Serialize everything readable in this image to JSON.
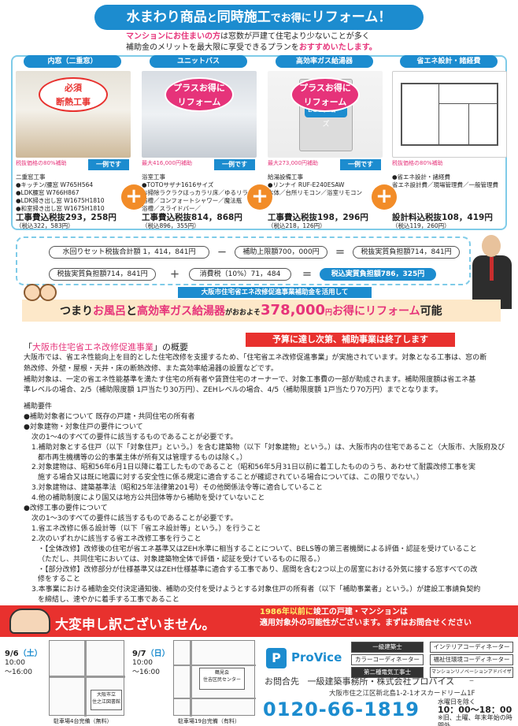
{
  "header": {
    "title_a": "水まわり商品",
    "title_b": "と",
    "title_c": "同時施工",
    "title_d": "でお得に",
    "title_e": "リフォーム！",
    "intro_1a": "マンションにお住まいの方",
    "intro_1b": "は窓数が戸建て住宅より少ないことが多く",
    "intro_2a": "補助金のメリットを最大限に享受できるプランを",
    "intro_2b": "おすすめいたします。"
  },
  "cards": [
    {
      "head": "内窓（二重窓）",
      "burst_1": "必須",
      "burst_2": "断熱工事",
      "sub": "税抜価格の80%補助",
      "example": "一例です",
      "lines": [
        "二重窓工事",
        "●キッチン/腰窓  W765H564",
        "●LDK腰窓  W766H867",
        "●LDK掃き出し窓  W1675H1810",
        "●和室掃き出し窓  W1675H1810"
      ],
      "price": "工事費込税抜293，258円",
      "price_sub": "（税込322，583円）"
    },
    {
      "head": "ユニットバス",
      "burst_1": "プラスお得に",
      "burst_2": "リフォーム",
      "sub": "最大416,000円補助",
      "example": "一例です",
      "lines": [
        "浴室工事",
        "●TOTOサザナ1616サイズ",
        "お掃除ラクラクほっカラリ床／ゆるリラ",
        "浴槽／コンフォートシャワー／魔法瓶",
        "浴槽／スライドバー／"
      ],
      "price": "工事費込税抜814，868円",
      "price_sub": "（税込896，355円）"
    },
    {
      "head": "高効率ガス給湯器",
      "burst_1": "プラスお得に",
      "burst_2": "リフォーム",
      "logo": "ECOジョーズ",
      "sub": "最大273,000円補助",
      "example": "一例です",
      "lines": [
        "給湯設備工事",
        "●リンナイ  RUF-E240ESAW",
        "本体／台所リモコン／浴室リモコン"
      ],
      "price": "工事費込税抜198，296円",
      "price_sub": "（税込218，126円）"
    },
    {
      "head": "省エネ設計・諸経費",
      "sub": "税抜価格の80%補助",
      "lines": [
        "●省エネ設計・諸経費",
        "省エネ設計費／現場管理費／一般管理費"
      ],
      "price": "設計料込税抜108，419円",
      "price_sub": "（税込119，260円）"
    }
  ],
  "calc": {
    "row1_total": "水回りセット税抜合計額  1，414，841円",
    "row1_minus": "－",
    "row1_subsidy": "補助上限額700，000円",
    "row1_eq": "＝",
    "row1_result": "税抜実質負担額714，841円",
    "row2_a": "税抜実質負担額714，841円",
    "row2_plus": "＋",
    "row2_tax": "消費税（10%）71，484",
    "row2_eq": "＝",
    "row2_result": "税込実質負担額786，325円"
  },
  "banner": {
    "sub": "大阪市住宅省エネ改修促進事業補助金を活用して",
    "a": "つまり",
    "b": "お風呂",
    "c": "と",
    "d": "高効率ガス給湯器",
    "e": "がおおよそ",
    "f": "378,000",
    "g": "円",
    "h": "お得にリフォーム",
    "i": "可能"
  },
  "section": {
    "title_a": "「",
    "title_b": "大阪市住宅省エネ改修促進事業",
    "title_c": "」の概要",
    "notice": "予算に達し次第、補助事業は終了します",
    "body": [
      "大阪市では、省エネ性能向上を目的とした住宅改修を支援するため、「住宅省エネ改修促進事業」が実施されています。対象となる工事は、窓の断",
      "熱改修、外壁・屋根・天井・床の断熱改修、また高効率給湯器の設置などです。",
      "補助対象は、一定の省エネ性能基準を満たす住宅の所有者や賃貸住宅のオーナーで、対象工事費の一部が助成されます。補助限度額は省エネ基",
      "準レベルの場合、2/5（補助限度額  1戸当たり30万円）、ZEHレベルの場合、4/5（補助限度額  1戸当たり70万円）までとなります。"
    ]
  },
  "requirements": [
    {
      "lvl": 1,
      "t": "補助要件"
    },
    {
      "lvl": 1,
      "t": "●補助対象者について  既存の戸建・共同住宅の所有者"
    },
    {
      "lvl": 1,
      "t": "●対象建物・対象住戸の要件について"
    },
    {
      "lvl": 2,
      "t": "次の1～4のすべての要件に該当するものであることが必要です。"
    },
    {
      "lvl": 2,
      "t": "1.補助対象とする住戸（以下「対象住戸」という。）を含む建築物（以下「対象建物」という。）は、大阪市内の住宅であること（大阪市、大阪府及び"
    },
    {
      "lvl": 3,
      "t": "都市再生機構等の公的事業主体が所有又は管理するものは除く。）"
    },
    {
      "lvl": 2,
      "t": "2.対象建物は、昭和56年6月1日以降に着工したものであること（昭和56年5月31日以前に着工したもののうち、あわせて耐震改修工事を実"
    },
    {
      "lvl": 3,
      "t": "施する場合又は既に地震に対する安全性に係る規定に適合することが確認されている場合については、この限りでない。）"
    },
    {
      "lvl": 2,
      "t": "3.対象建物は、建築基準法（昭和25年法律第201号）その他関係法令等に適合していること"
    },
    {
      "lvl": 2,
      "t": "4.他の補助制度により国又は地方公共団体等から補助を受けていないこと"
    },
    {
      "lvl": 1,
      "t": "●改修工事の要件について"
    },
    {
      "lvl": 2,
      "t": "次の1～3のすべての要件に該当するものであることが必要です。"
    },
    {
      "lvl": 2,
      "t": "1.省エネ改修に係る設計等（以下「省エネ設計等」という。）を行うこと"
    },
    {
      "lvl": 2,
      "t": "2.次のいずれかに該当する省エネ改修工事を行うこと"
    },
    {
      "lvl": 3,
      "t": "・【全体改修】改修後の住宅が省エネ基準又はZEH水準に相当することについて、BELS等の第三者機関による評価・認証を受けていること"
    },
    {
      "lvl": 3,
      "t": "（ただし、共同住宅においては、対象建築物全体で評価・認証を受けているものに限る。）"
    },
    {
      "lvl": 3,
      "t": "・【部分改修】改修部分が仕様基準又はZEH仕様基準に適合する工事であり、居間を含む2つ以上の居室における外気に接する窓すべての改"
    },
    {
      "lvl": 3,
      "t": "修をすること"
    },
    {
      "lvl": 2,
      "t": "3.本事業における補助金交付決定通知後、補助の交付を受けようとする対象住戸の所有者（以下「補助事業者」という。）が建設工事請負契約"
    },
    {
      "lvl": 3,
      "t": "を締結し、速やかに着手する工事であること"
    }
  ],
  "bottom": {
    "sorry": "大変申し訳ございません。",
    "right_1a": "1986年以前に",
    "right_1b": "竣工の戸建・マンションは",
    "right_2": "適用対象外の可能性がございます。まずはお問合せください"
  },
  "events": [
    {
      "date": "9/6",
      "dow": "（土）",
      "from": "10:00",
      "to": "～16:00"
    },
    {
      "date": "9/7",
      "dow": "（日）",
      "from": "10:00",
      "to": "～16:00"
    }
  ],
  "maps": [
    {
      "label_a": "大阪市立",
      "label_b": "住之江図書館",
      "caption": "駐車場4台完備（無料）"
    },
    {
      "label_a": "鶴見会",
      "label_b": "住吉区民センター",
      "caption": "駐車場19台完備（有料）"
    }
  ],
  "company": {
    "logo_mark": "P",
    "logo_text": "ProVice",
    "quals": [
      "一級建築士",
      "カラーコーディネーター",
      "第二種電気工事士",
      "インテリアコーディネーター",
      "福祉住環境コーディネーター",
      "マンションリノベーションアドバイザー"
    ],
    "contact_label": "お問合先",
    "contact_name": "一級建築事務所・株式会社プロバイス",
    "address": "大阪市住之江区新北島1-2-1オスカードリーム1F",
    "phone": "0120-66-1819",
    "hours_1": "水曜日を除く",
    "hours_2": "10：00～18：00",
    "hours_3": "※旧、土曜、年末年始の時間外"
  },
  "colors": {
    "accent": "#1c8ccf",
    "pink": "#e6337a",
    "red": "#e8312e",
    "orange": "#f28c28"
  }
}
